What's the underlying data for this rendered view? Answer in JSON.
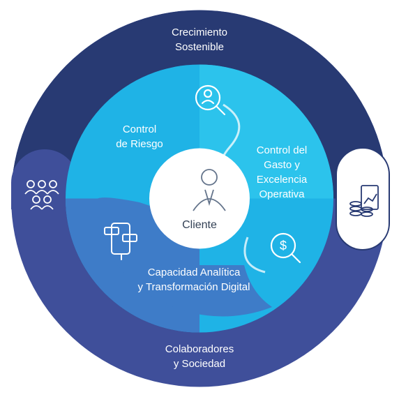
{
  "segments": {
    "growth": {
      "line1": "Crecimiento",
      "line2": "Sostenible"
    },
    "people": {
      "line1": "Colaboradores",
      "line2": "y Sociedad"
    },
    "risk": {
      "line1": "Control",
      "line2": "de Riesgo"
    },
    "cost": {
      "line1": "Control del",
      "line2": "Gasto y",
      "line3": "Excelencia",
      "line4": "Operativa"
    },
    "digital": {
      "line1": "Capacidad Analítica",
      "line2": "y Transformación Digital"
    },
    "center": {
      "label": "Cliente"
    }
  },
  "icons": [
    "people-group-icon",
    "data-finance-icon",
    "search-person-icon",
    "dollar-search-icon",
    "mobile-chat-icon",
    "client-person-icon"
  ],
  "colors": {
    "outer_top": "#283a73",
    "outer_bottom": "#3f4f9a",
    "ring_cyan": "#1fb3e6",
    "ring_blue": "#3e7cc8",
    "center": "#ffffff"
  }
}
